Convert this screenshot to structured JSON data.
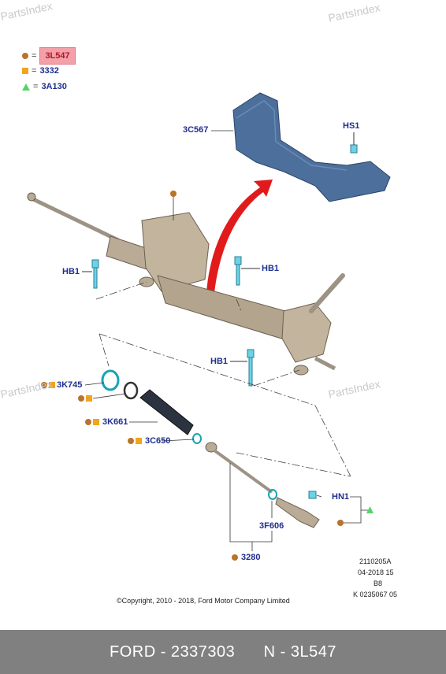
{
  "legend": {
    "items": [
      {
        "symbol": "circle-icon",
        "color": "#b8742a",
        "code": "3L547"
      },
      {
        "symbol": "square-icon",
        "color": "#f2a41c",
        "code": "3332"
      },
      {
        "symbol": "triangle-icon",
        "color": "#55d36a",
        "code": "3A130"
      }
    ],
    "eq": "="
  },
  "watermark": "PartsIndex",
  "callouts": {
    "c3C567": "3C567",
    "hs1": "HS1",
    "hb1a": "HB1",
    "hb1b": "HB1",
    "hb1c": "HB1",
    "c3K745": "3K745",
    "c3K661": "3K661",
    "c3C650": "3C650",
    "hn1": "HN1",
    "c3F606": "3F606",
    "c3280": "3280"
  },
  "meta": {
    "line1": "2110205A",
    "line2": "04-2018 15",
    "line3": "B8",
    "line4": "K 0235067 05"
  },
  "copyright": "©Copyright, 2010 - 2018, Ford Motor Company Limited",
  "footer": {
    "brand": "FORD - 2337303",
    "part": "N - 3L547"
  },
  "colors": {
    "label": "#1f2f8f",
    "highlight": "#f3a0a8",
    "footer_bg": "#808080",
    "shield": "#4c6f9c",
    "bolt": "#6ad3e8",
    "arrow": "#e11b1b",
    "metal": "#b9ab95"
  }
}
